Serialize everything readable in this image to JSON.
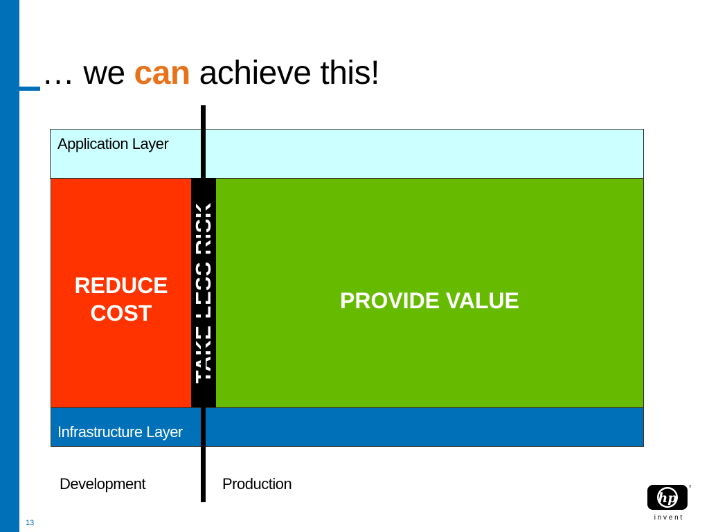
{
  "slide": {
    "title_prefix": "… we ",
    "title_accent": "can",
    "title_suffix": " achieve this!",
    "page_number": "13"
  },
  "diagram": {
    "application_layer": "Application Layer",
    "reduce_cost_line1": "REDUCE",
    "reduce_cost_line2": "COST",
    "take_less_risk": "TAKE LESS RISK",
    "provide_value": "PROVIDE VALUE",
    "infrastructure_layer": "Infrastructure Layer",
    "development": "Development",
    "production": "Production"
  },
  "logo": {
    "mark": "hp",
    "tagline": "i n v e n t",
    "icon": "hp-logo-icon"
  },
  "colors": {
    "accent": "#e8721c",
    "sidebar": "#0070b8",
    "application_layer": "#ccffff",
    "reduce_cost": "#ff3300",
    "provide_value": "#66bb00",
    "take_less_risk": "#000000",
    "infrastructure_layer": "#0070b8"
  }
}
